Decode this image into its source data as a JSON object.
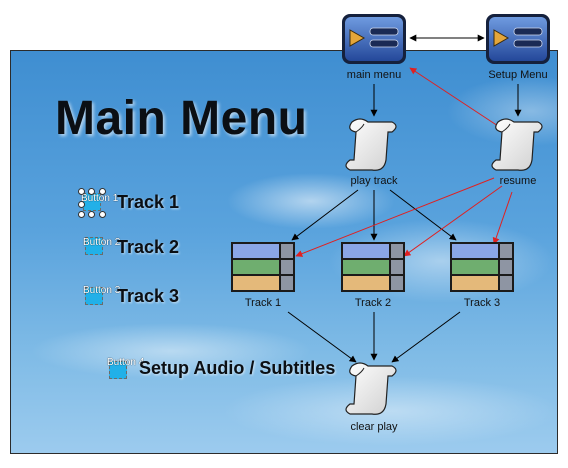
{
  "canvas": {
    "title": "Main Menu",
    "menu_items": [
      {
        "label": "Track 1",
        "button_tag": "Button 1"
      },
      {
        "label": "Track 2",
        "button_tag": "Button 2"
      },
      {
        "label": "Track 3",
        "button_tag": "Button 3"
      },
      {
        "label": "Setup Audio / Subtitles",
        "button_tag": "Button 4"
      }
    ]
  },
  "graph": {
    "nodes": {
      "main_menu": "main menu",
      "setup_menu": "Setup Menu",
      "play_track": "play track",
      "resume": "resume",
      "track1": "Track 1",
      "track2": "Track 2",
      "track3": "Track 3",
      "clear_play": "clear play"
    }
  },
  "colors": {
    "link": "#000000",
    "resume_link": "#e02020",
    "menu_icon_blue": "#2f5aa6",
    "play_triangle": "#e4a63a"
  },
  "icons": {
    "menu": "menu-node-icon",
    "script": "script-scroll-icon",
    "track": "track-strip-icon"
  }
}
